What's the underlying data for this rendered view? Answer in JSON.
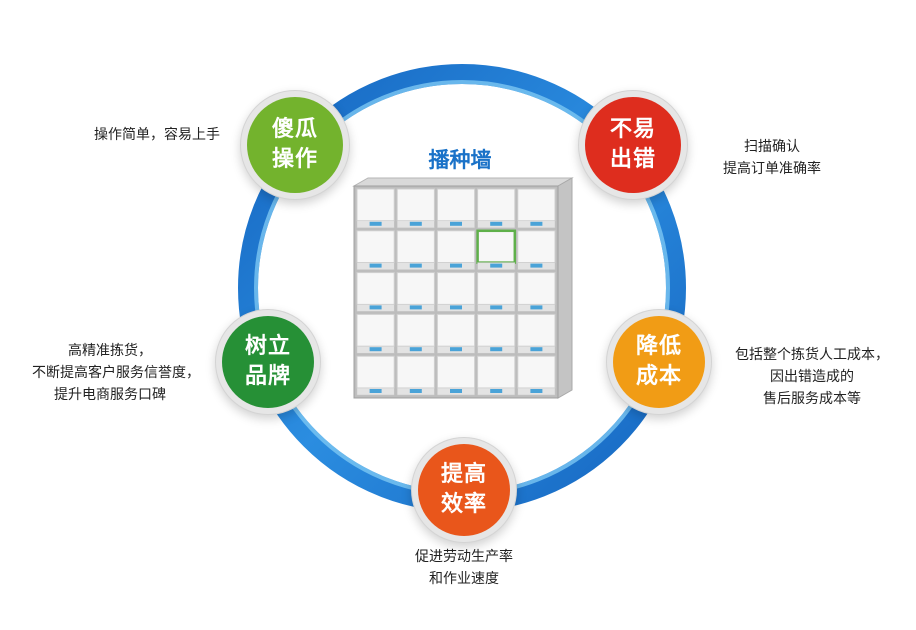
{
  "center": {
    "title": "播种墙",
    "cabinet": {
      "columns": 5,
      "rows": 5,
      "highlight_row": 1,
      "highlight_col": 3
    }
  },
  "nodes": [
    {
      "id": "foolproof",
      "lines": [
        "傻瓜",
        "操作"
      ],
      "color": "#73b32d",
      "description": [
        "操作简单，容易上手"
      ]
    },
    {
      "id": "error-free",
      "lines": [
        "不易",
        "出错"
      ],
      "color": "#de2d1e",
      "description": [
        "扫描确认",
        "提高订单准确率"
      ]
    },
    {
      "id": "brand",
      "lines": [
        "树立",
        "品牌"
      ],
      "color": "#269036",
      "description": [
        "高精准拣货，",
        "不断提高客户服务信誉度，",
        "提升电商服务口碑"
      ]
    },
    {
      "id": "cost",
      "lines": [
        "降低",
        "成本"
      ],
      "color": "#f19c15",
      "description": [
        "包括整个拣货人工成本，",
        "因出错造成的",
        "售后服务成本等"
      ]
    },
    {
      "id": "efficiency",
      "lines": [
        "提高",
        "效率"
      ],
      "color": "#e9561b",
      "description": [
        "促进劳动生产率",
        "和作业速度"
      ]
    }
  ],
  "colors": {
    "ring_outer": "#1565c0",
    "ring_inner": "#36a4e8",
    "title": "#1a72c8",
    "highlight": "#5fb04a"
  }
}
